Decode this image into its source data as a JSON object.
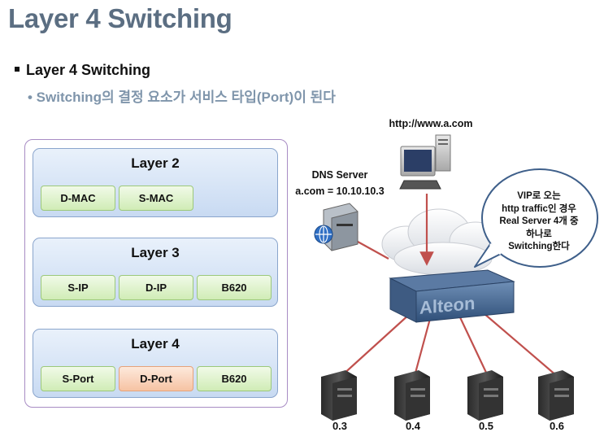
{
  "title": "Layer 4 Switching",
  "bullet_main": "Layer 4 Switching",
  "bullet_sub": "• Switching의 결정 요소가 서비스 타입(Port)이 된다",
  "layers": [
    {
      "title": "Layer 2",
      "fields": [
        "D-MAC",
        "S-MAC"
      ]
    },
    {
      "title": "Layer 3",
      "fields": [
        "S-IP",
        "D-IP",
        "B620"
      ]
    },
    {
      "title": "Layer 4",
      "fields": [
        "S-Port",
        "D-Port",
        "B620"
      ],
      "highlight": "D-Port"
    }
  ],
  "network": {
    "client_label": "http://www.a.com",
    "dns_label_1": "DNS Server",
    "dns_label_2": "a.com = 10.10.10.3",
    "switch_brand": "Alteon",
    "callout_lines": [
      "VIP로 오는",
      "http traffic인 경우",
      "Real Server 4개 중",
      "하나로",
      "Switching한다"
    ],
    "servers": [
      "0.3",
      "0.4",
      "0.5",
      "0.6"
    ]
  },
  "colors": {
    "title": "#5b6e82",
    "subtitle": "#7f95ab",
    "link_line": "#c0504d",
    "highlight_field": "#f6c3a3"
  }
}
